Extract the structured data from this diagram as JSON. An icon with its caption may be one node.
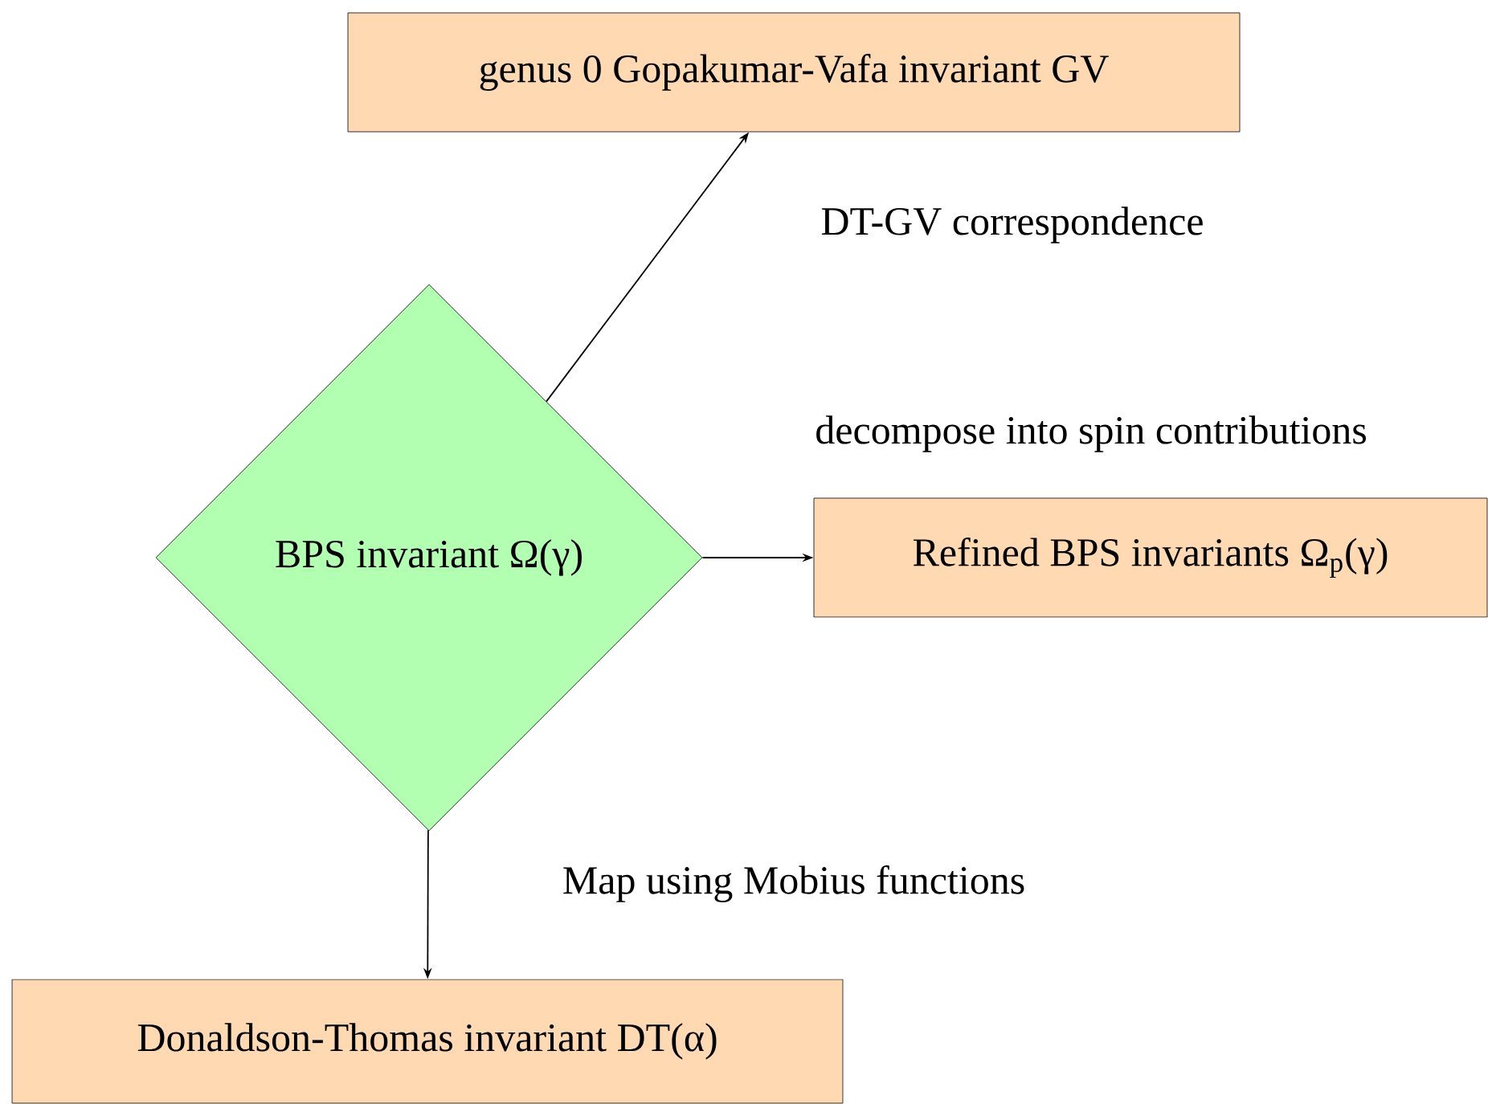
{
  "diagram": {
    "nodes": [
      {
        "text": [
          "BPS invariant Ω(γ)"
        ]
      },
      {
        "text": [
          "genus 0 Gopakumar-Vafa invariant GV"
        ]
      },
      {
        "text": [
          "Refined BPS invariants Ω$_{p}$(γ)"
        ]
      },
      {
        "text": [
          "Donaldson-Thomas invariant DT(α)"
        ]
      }
    ],
    "edges": [
      {
        "from": 0,
        "to": 1,
        "arrow": "to",
        "label": "DT-GV correspondence"
      },
      {
        "from": 0,
        "to": 2,
        "arrow": "to",
        "label": "decompose into spin contributions"
      },
      {
        "from": 0,
        "to": 3,
        "arrow": "to",
        "label": "Map using Mobius functions"
      }
    ]
  }
}
